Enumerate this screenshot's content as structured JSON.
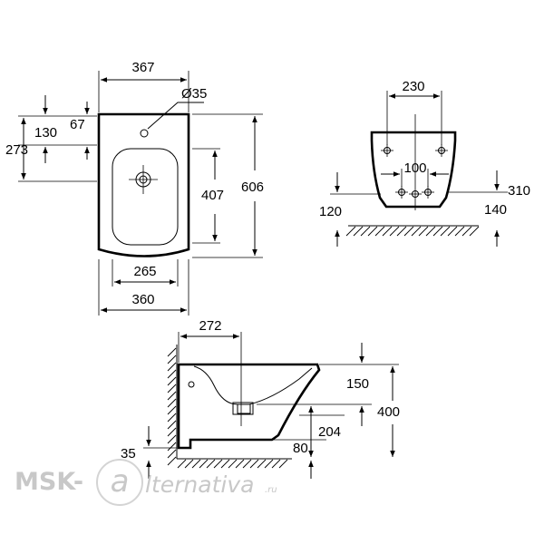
{
  "top_view": {
    "width_top": "367",
    "hole_diameter": "Ø35",
    "offset_130": "130",
    "offset_67": "67",
    "offset_273": "273",
    "bowl_length": "407",
    "total_length": "606",
    "bowl_width": "265",
    "width_bottom": "360"
  },
  "front_view": {
    "bolt_spacing_top": "230",
    "bolt_spacing_lower": "100",
    "height_310": "310",
    "height_120": "120",
    "height_140": "140"
  },
  "side_view": {
    "depth_272": "272",
    "dim_150": "150",
    "dim_400": "400",
    "dim_204": "204",
    "dim_80": "80",
    "dim_35": "35"
  },
  "watermark": {
    "left": "MSK-",
    "at": "a",
    "right": "lternativa",
    "suffix": ".ru"
  }
}
